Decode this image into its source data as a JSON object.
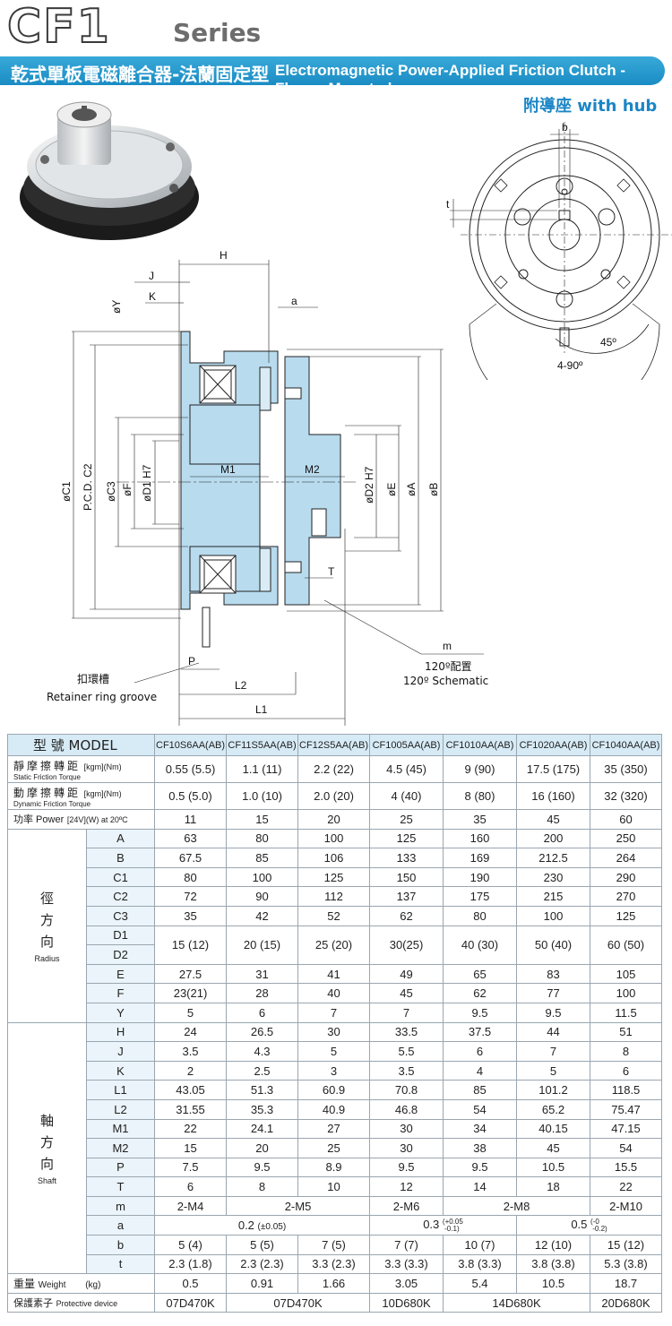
{
  "header": {
    "logo": "CF1",
    "series": "Series",
    "title_cn": "乾式單板電磁離合器-法蘭固定型",
    "title_en": "Electromagnetic Power-Applied Friction Clutch - Flange Mounted",
    "hub_cn": "附導座",
    "hub_en": "with hub"
  },
  "drawing": {
    "labels": {
      "H": "H",
      "J": "J",
      "K": "K",
      "a": "a",
      "Y": "øY",
      "C1": "øC1",
      "PCD": "P.C.D. C2",
      "C3": "øC3",
      "F": "øF",
      "D1": "øD1 H7",
      "M1": "M1",
      "M2": "M2",
      "D2": "øD2 H7",
      "E": "øE",
      "A": "øA",
      "B": "øB",
      "T": "T",
      "m": "m",
      "P": "P",
      "L2": "L2",
      "L1": "L1",
      "b": "b",
      "t": "t",
      "angle45": "45º",
      "angle90": "4-90º"
    },
    "schematic_cn": "120º配置",
    "schematic_en": "120º Schematic",
    "groove_cn": "扣環槽",
    "groove_en": "Retainer ring groove"
  },
  "table": {
    "model_header": "型 號 MODEL",
    "models": [
      "CF10S6AA(AB)",
      "CF11S5AA(AB)",
      "CF12S5AA(AB)",
      "CF1005AA(AB)",
      "CF1010AA(AB)",
      "CF1020AA(AB)",
      "CF1040AA(AB)"
    ],
    "static": {
      "cn": "靜摩擦轉距",
      "en": "Static Friction Torque",
      "unit": "[kgm](Nm)",
      "values": [
        "0.55 (5.5)",
        "1.1 (11)",
        "2.2 (22)",
        "4.5 (45)",
        "9 (90)",
        "17.5 (175)",
        "35 (350)"
      ]
    },
    "dynamic": {
      "cn": "動摩擦轉距",
      "en": "Dynamic Friction Torque",
      "unit": "[kgm](Nm)",
      "values": [
        "0.5 (5.0)",
        "1.0 (10)",
        "2.0 (20)",
        "4 (40)",
        "8 (80)",
        "16 (160)",
        "32 (320)"
      ]
    },
    "power": {
      "label": "功率 Power",
      "unit": "[24V](W) at 20ºC",
      "values": [
        "11",
        "15",
        "20",
        "25",
        "35",
        "45",
        "60"
      ]
    },
    "radius": {
      "cn": [
        "徑",
        "方",
        "向"
      ],
      "en": "Radius",
      "A": [
        "63",
        "80",
        "100",
        "125",
        "160",
        "200",
        "250"
      ],
      "B": [
        "67.5",
        "85",
        "106",
        "133",
        "169",
        "212.5",
        "264"
      ],
      "C1": [
        "80",
        "100",
        "125",
        "150",
        "190",
        "230",
        "290"
      ],
      "C2": [
        "72",
        "90",
        "112",
        "137",
        "175",
        "215",
        "270"
      ],
      "C3": [
        "35",
        "42",
        "52",
        "62",
        "80",
        "100",
        "125"
      ],
      "D": [
        "15 (12)",
        "20 (15)",
        "25 (20)",
        "30(25)",
        "40 (30)",
        "50 (40)",
        "60 (50)"
      ],
      "E": [
        "27.5",
        "31",
        "41",
        "49",
        "65",
        "83",
        "105"
      ],
      "F": [
        "23(21)",
        "28",
        "40",
        "45",
        "62",
        "77",
        "100"
      ],
      "Y": [
        "5",
        "6",
        "7",
        "7",
        "9.5",
        "9.5",
        "11.5"
      ]
    },
    "shaft": {
      "cn": [
        "軸",
        "方",
        "向"
      ],
      "en": "Shaft",
      "H": [
        "24",
        "26.5",
        "30",
        "33.5",
        "37.5",
        "44",
        "51"
      ],
      "J": [
        "3.5",
        "4.3",
        "5",
        "5.5",
        "6",
        "7",
        "8"
      ],
      "K": [
        "2",
        "2.5",
        "3",
        "3.5",
        "4",
        "5",
        "6"
      ],
      "L1": [
        "43.05",
        "51.3",
        "60.9",
        "70.8",
        "85",
        "101.2",
        "118.5"
      ],
      "L2": [
        "31.55",
        "35.3",
        "40.9",
        "46.8",
        "54",
        "65.2",
        "75.47"
      ],
      "M1": [
        "22",
        "24.1",
        "27",
        "30",
        "34",
        "40.15",
        "47.15"
      ],
      "M2": [
        "15",
        "20",
        "25",
        "30",
        "38",
        "45",
        "54"
      ],
      "P": [
        "7.5",
        "9.5",
        "8.9",
        "9.5",
        "9.5",
        "10.5",
        "15.5"
      ],
      "T": [
        "6",
        "8",
        "10",
        "12",
        "14",
        "18",
        "22"
      ],
      "m": [
        "2-M4",
        "2-M5",
        "2-M6",
        "2-M8",
        "2-M10"
      ],
      "a": {
        "v1": "0.2",
        "t1": "(±0.05)",
        "v2": "0.3",
        "t2up": "+0.05",
        "t2dn": "-0.1",
        "v3": "0.5",
        "t3up": "-0",
        "t3dn": "-0.2"
      },
      "b": [
        "5 (4)",
        "5 (5)",
        "7 (5)",
        "7 (7)",
        "10 (7)",
        "12 (10)",
        "15 (12)"
      ],
      "t": [
        "2.3 (1.8)",
        "2.3 (2.3)",
        "3.3 (2.3)",
        "3.3 (3.3)",
        "3.8 (3.3)",
        "3.8 (3.8)",
        "5.3 (3.8)"
      ]
    },
    "weight": {
      "cn": "重量",
      "en": "Weight",
      "unit": "(kg)",
      "values": [
        "0.5",
        "0.91",
        "1.66",
        "3.05",
        "5.4",
        "10.5",
        "18.7"
      ]
    },
    "protect": {
      "cn": "保護素子",
      "en": "Protective device",
      "values": [
        "07D470K",
        "07D470K",
        "10D680K",
        "14D680K",
        "20D680K"
      ]
    }
  }
}
